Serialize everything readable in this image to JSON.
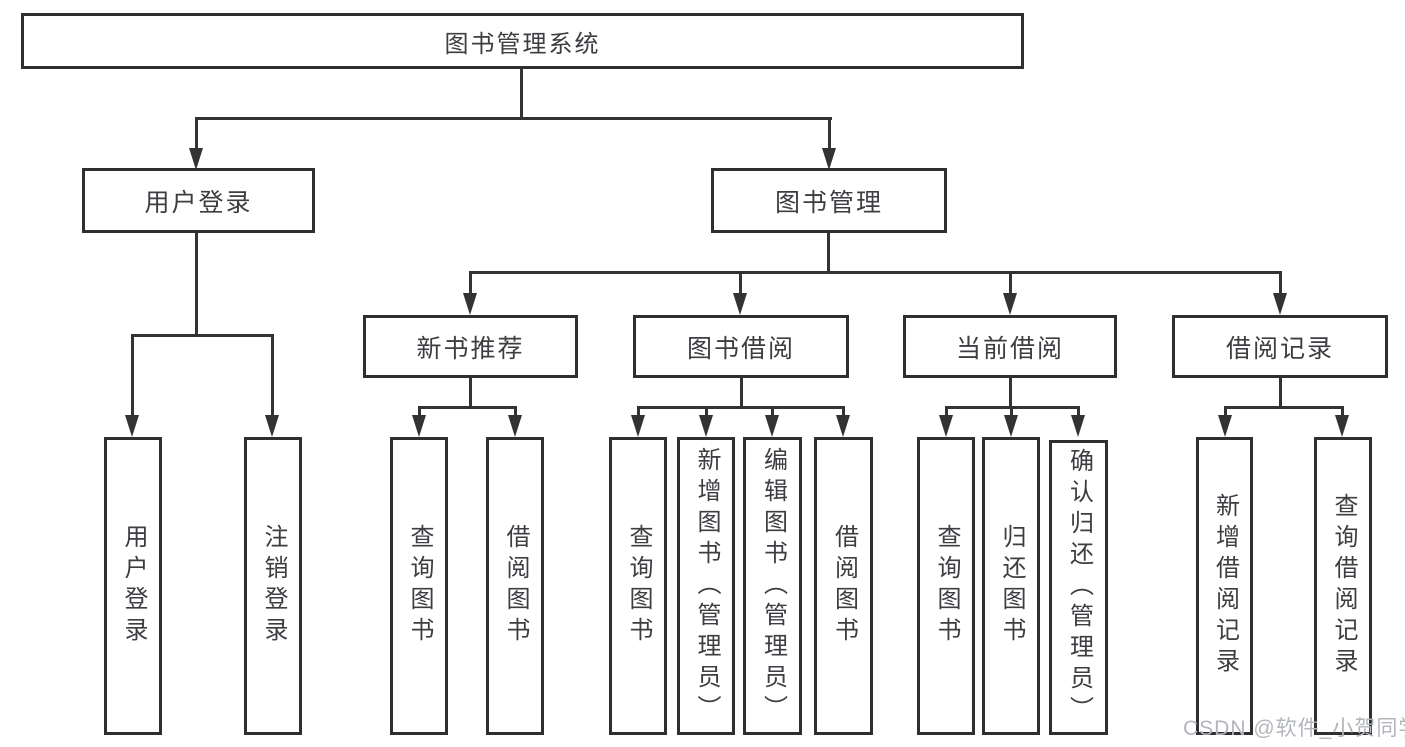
{
  "diagram": {
    "title": "图书管理系统",
    "watermark": "CSDN @软件_小贺同学",
    "colors": {
      "line": "#333333",
      "box_border": "#2f2f2f",
      "box_fill": "#ffffff",
      "text": "#3d3d42",
      "watermark": "#b2b6bc",
      "background": "#ffffff"
    },
    "tree": {
      "root": {
        "label": "图书管理系统"
      },
      "branches": [
        {
          "label": "用户登录",
          "children": [
            {
              "label": "用户登录"
            },
            {
              "label": "注销登录"
            }
          ]
        },
        {
          "label": "图书管理",
          "children": [
            {
              "label": "新书推荐",
              "children": [
                {
                  "label": "查询图书"
                },
                {
                  "label": "借阅图书"
                }
              ]
            },
            {
              "label": "图书借阅",
              "children": [
                {
                  "label": "查询图书"
                },
                {
                  "label": "新增图书（管理员）"
                },
                {
                  "label": "编辑图书（管理员）"
                },
                {
                  "label": "借阅图书"
                }
              ]
            },
            {
              "label": "当前借阅",
              "children": [
                {
                  "label": "查询图书"
                },
                {
                  "label": "归还图书"
                },
                {
                  "label": "确认归还（管理员）"
                }
              ]
            },
            {
              "label": "借阅记录",
              "children": [
                {
                  "label": "新增借阅记录"
                },
                {
                  "label": "查询借阅记录"
                }
              ]
            }
          ]
        }
      ]
    }
  }
}
